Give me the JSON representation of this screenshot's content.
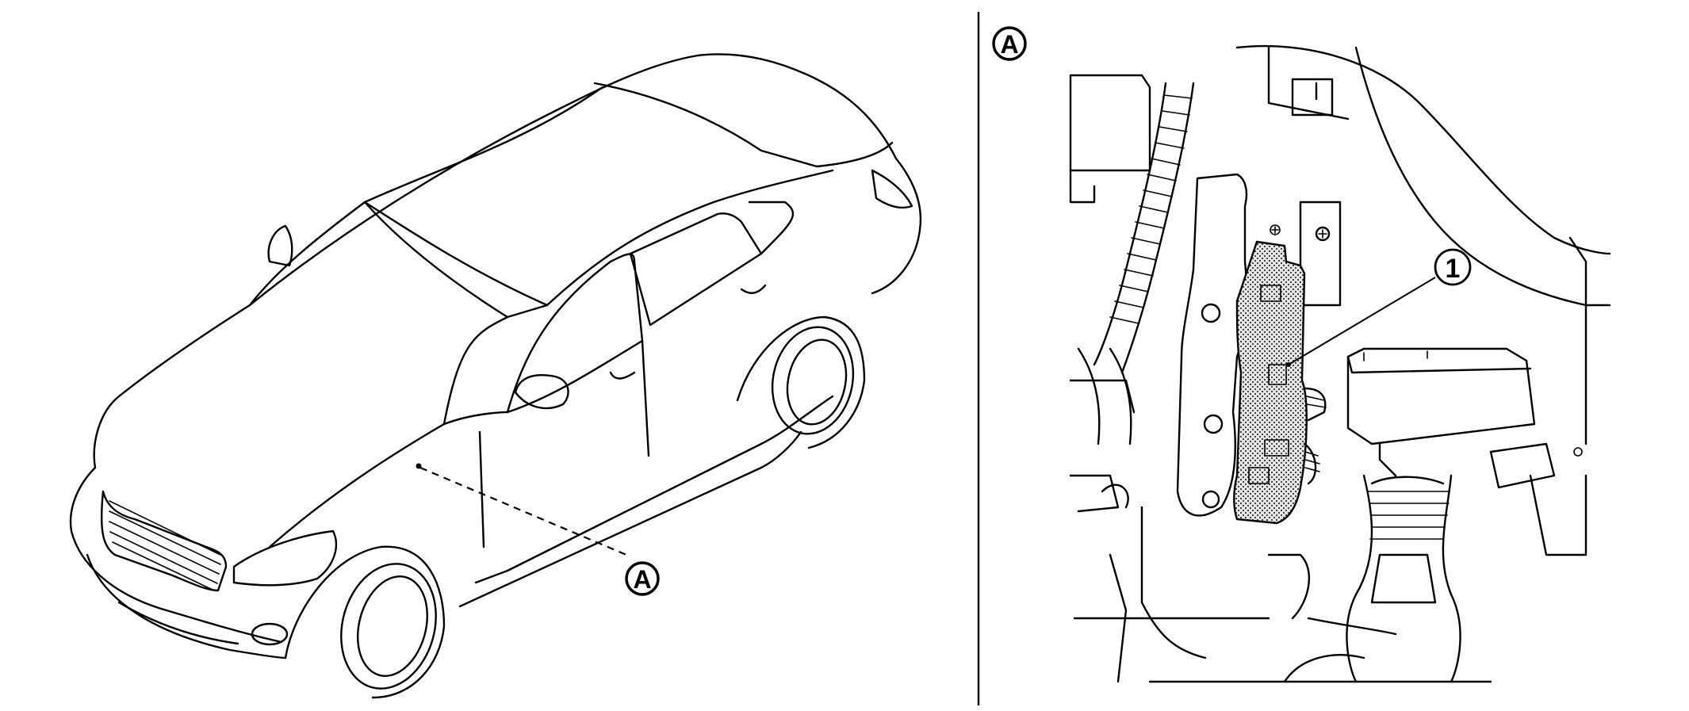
{
  "callouts": {
    "area_marker": "A",
    "detail_heading": "A",
    "part_number": "1"
  },
  "colors": {
    "line": "#000000",
    "background": "#ffffff",
    "module_fill": "#d4d4d4"
  },
  "icons": {
    "vehicle": "sedan-outline",
    "detail": "under-dash-module-view"
  }
}
